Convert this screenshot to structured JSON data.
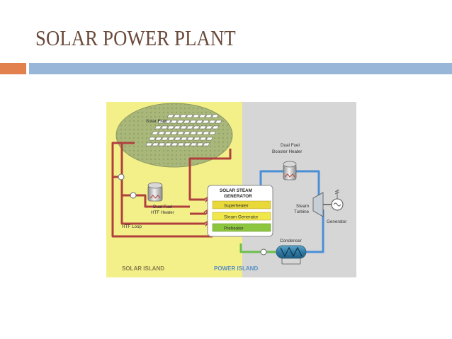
{
  "slide": {
    "title": "SOLAR POWER PLANT"
  },
  "colors": {
    "title": "#6a4a3a",
    "accent_orange": "#e2804e",
    "accent_blue": "#98b6d8",
    "solar_island_bg": "#f3f08a",
    "power_island_bg": "#d6d6d6",
    "htf_pipe": "#b0403e",
    "steam_pipe": "#4a8fd6",
    "water_pipe": "#6bbf4e",
    "superheater": "#e8d83a",
    "steam_generator": "#f0e84a",
    "preheater": "#8cc63f"
  },
  "diagram": {
    "solar_field_label": "Solar Field",
    "booster_heater_label_1": "Dual Fuel",
    "booster_heater_label_2": "Booster Heater",
    "htf_heater_label_1": "Dual Fuel",
    "htf_heater_label_2": "HTF Heater",
    "htf_loop_label": "HTF Loop",
    "ssg_title_1": "SOLAR STEAM",
    "ssg_title_2": "GENERATOR",
    "superheater_label": "Superheater",
    "steam_generator_label": "Steam Generator",
    "preheater_label": "Preheater",
    "steam_turbine_label_1": "Steam",
    "steam_turbine_label_2": "Turbine",
    "generator_label": "Generator",
    "condenser_label": "Condenser",
    "solar_island_label": "SOLAR ISLAND",
    "power_island_label": "POWER ISLAND"
  }
}
